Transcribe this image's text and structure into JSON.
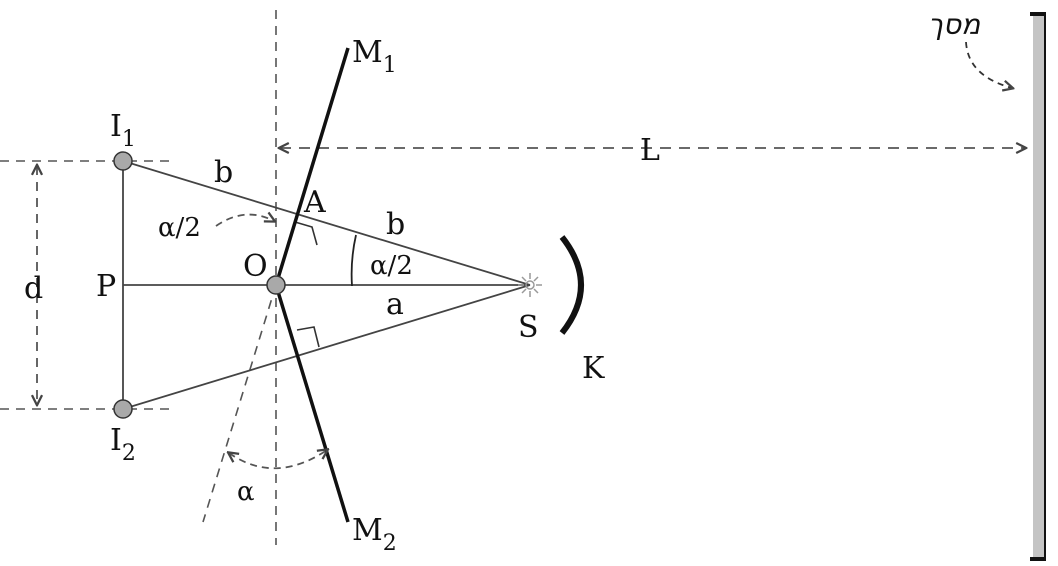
{
  "labels": {
    "M1": "M",
    "M1_sub": "1",
    "M2": "M",
    "M2_sub": "2",
    "I1": "I",
    "I1_sub": "1",
    "I2": "I",
    "I2_sub": "2",
    "O": "O",
    "P": "P",
    "A": "A",
    "S": "S",
    "K": "K",
    "L": "L",
    "d": "d",
    "a": "a",
    "b_upper": "b",
    "b_lower": "b",
    "alpha": "α",
    "alpha_half_left": "α/2",
    "alpha_half_right": "α/2",
    "screen": "מסך"
  },
  "colors": {
    "line": "#111111",
    "thin_line": "#444444",
    "dashed": "#555555",
    "point_fill": "#a9a9a9",
    "screen_fill": "#c4c4c4",
    "source": "#999999"
  }
}
